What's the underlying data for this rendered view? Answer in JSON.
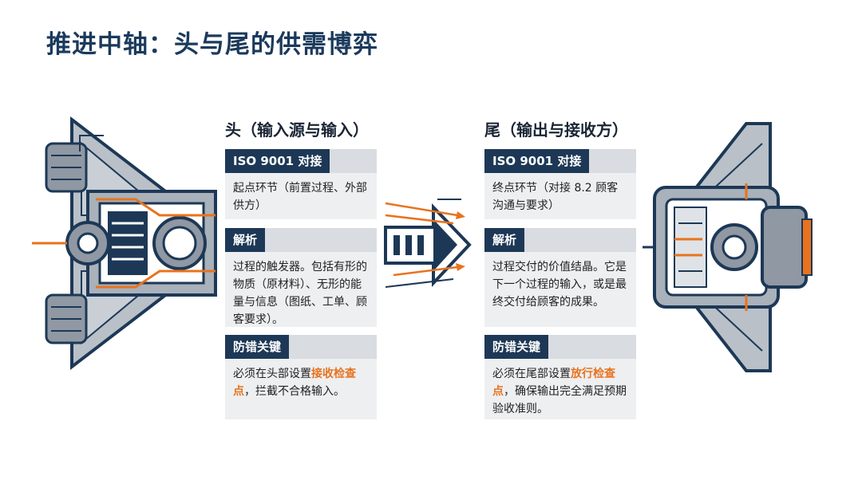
{
  "title": "推进中轴：头与尾的供需博弈",
  "head": {
    "heading": "头（输入源与输入）",
    "iso_tag": "ISO 9001 对接",
    "iso_text": "起点环节（前置过程、外部供方）",
    "analysis_tag": "解析",
    "analysis_text": "过程的触发器。包括有形的物质（原材料）、无形的能量与信息（图纸、工单、顾客要求）。",
    "error_tag": "防错关键",
    "error_text_before": "必须在头部设置",
    "error_highlight": "接收检查点",
    "error_text_after": "，拦截不合格输入。"
  },
  "tail": {
    "heading": "尾（输出与接收方）",
    "iso_tag": "ISO 9001 对接",
    "iso_text": "终点环节（对接 8.2 顾客沟通与要求）",
    "analysis_tag": "解析",
    "analysis_text": "过程交付的价值结晶。它是下一个过程的输入，或是最终交付给顾客的成果。",
    "error_tag": "防错关键",
    "error_text_before": "必须在尾部设置",
    "error_highlight": "放行检查点",
    "error_text_after": "，确保输出完全满足预期验收准则。"
  },
  "colors": {
    "navy": "#1d3856",
    "orange": "#e8731e",
    "gray": "#9aa3ad",
    "card": "#eeeff1"
  }
}
